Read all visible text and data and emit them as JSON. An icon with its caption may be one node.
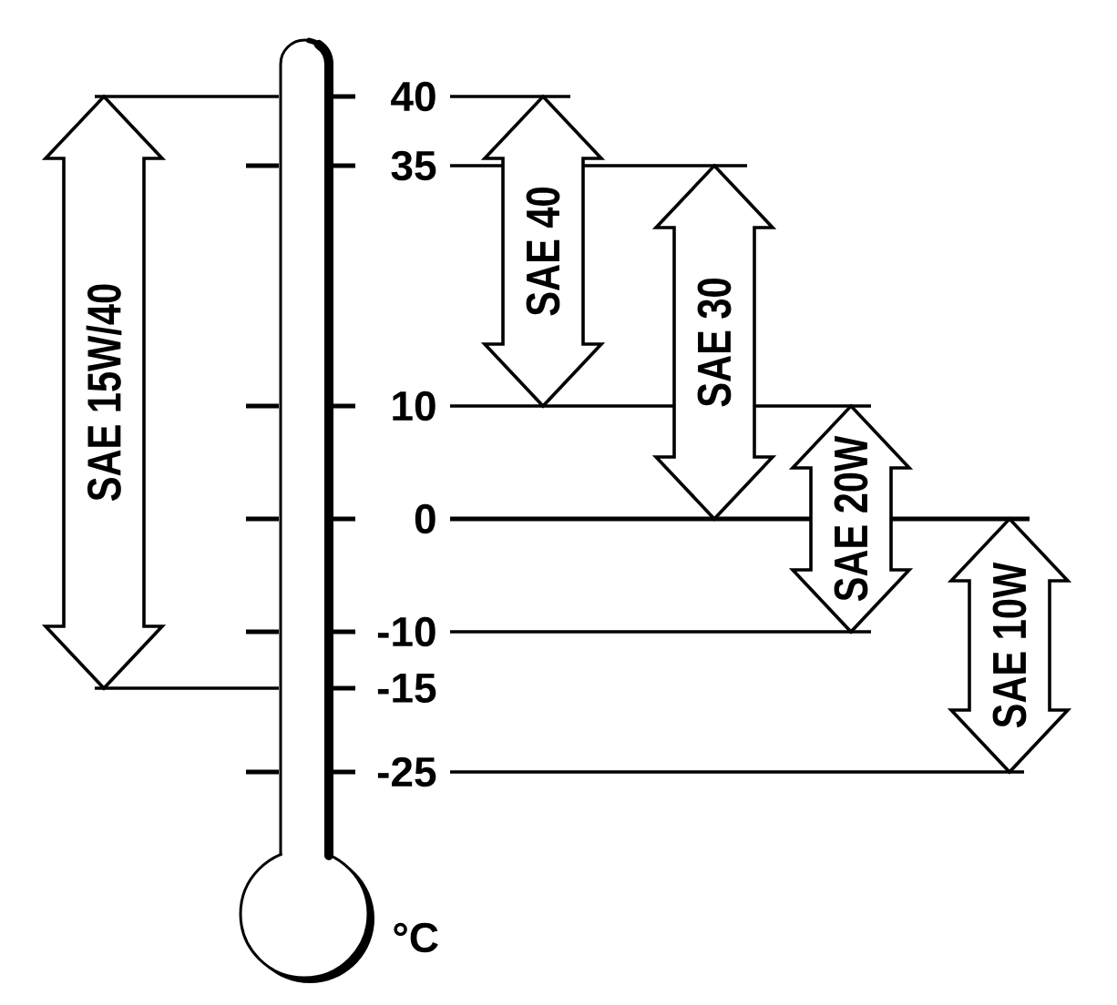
{
  "diagram": {
    "labels": [
      "SAE 15W/40",
      "40",
      "35",
      "10",
      "0",
      "-10",
      "-15",
      "-25",
      "°C",
      "SAE 40",
      "SAE 30",
      "SAE 20W",
      "SAE 10W"
    ]
  }
}
